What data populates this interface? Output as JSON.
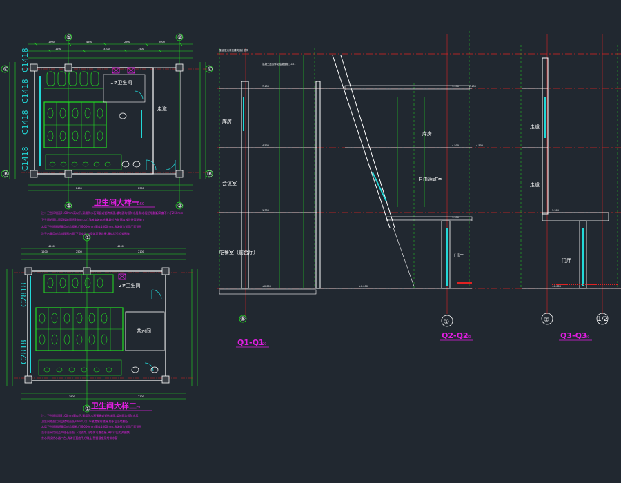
{
  "plan1": {
    "title": "卫生间大样一",
    "scale": "1:50",
    "rooms": [
      "1#卫生间",
      "走道"
    ],
    "side_dims": [
      "C1418",
      "C1418",
      "C1418",
      "C1418"
    ],
    "grid_top": [
      "①",
      "②"
    ],
    "grid_left": [
      "©",
      "Ⓑ"
    ],
    "note_lines": [
      "注：卫生间墙面2100mm高以下,采用防水石膏板或瓷砖饰面,楼地面均设防水层,防水层沿墙翻起高度不小于250mm",
      "卫生间地面比同层楼地面低20mm,以1%坡度坡向地漏,蹲位台阶高度按设计要求施工",
      "本层卫生间隔断采用成品隔断,门宽600mm,高度1800mm,具体做法详见厂家说明",
      "洗手台采用成品大理石台面,下设支架,与墙体可靠连接,具体详见相关图集"
    ]
  },
  "plan2": {
    "title": "卫生间大样二",
    "scale": "1:50",
    "rooms": [
      "2#卫生间",
      "茶水间"
    ],
    "side_dims": [
      "C2818",
      "C2818"
    ],
    "note_lines": [
      "注：卫生间墙面2100mm高以下,采用防水石膏板或瓷砖饰面,楼地面均设防水层",
      "卫生间地面比同层楼地面低20mm,以1%坡度坡向地漏,防水层沿墙翻起",
      "本层卫生间隔断采用成品隔断,门宽600mm,高度1800mm,具体做法详见厂家说明",
      "洗手台采用成品大理石台面,下设支架,与墙体可靠连接,具体详见相关图集",
      "茶水间设热水器一台,具体位置由甲方确定,预留插座及给排水管"
    ]
  },
  "sections": {
    "s1": {
      "title": "Q1-Q1",
      "scale": "1:100",
      "grid": "⑤",
      "rooms": [
        "库房",
        "会议室",
        "吃餐室（前台厅）"
      ]
    },
    "s2": {
      "title": "Q2-Q2",
      "scale": "1:100",
      "grid": "①",
      "rooms": [
        "库房",
        "自由活动室",
        "门厅"
      ]
    },
    "s3": {
      "title": "Q3-Q3",
      "scale": "1:100",
      "grids": [
        "②",
        "1/2"
      ],
      "rooms": [
        "走道",
        "走道",
        "门厅"
      ]
    },
    "header_notes": [
      "屋面做法详见建筑设计说明",
      "混凝土压顶详见结施图纸 J-101"
    ]
  },
  "colors": {
    "background": "#212830",
    "green": "#22e022",
    "red": "#e02222",
    "magenta": "#e01ee0",
    "cyan": "#22d8d8",
    "white": "#ffffff",
    "yellow": "#e0e022"
  }
}
